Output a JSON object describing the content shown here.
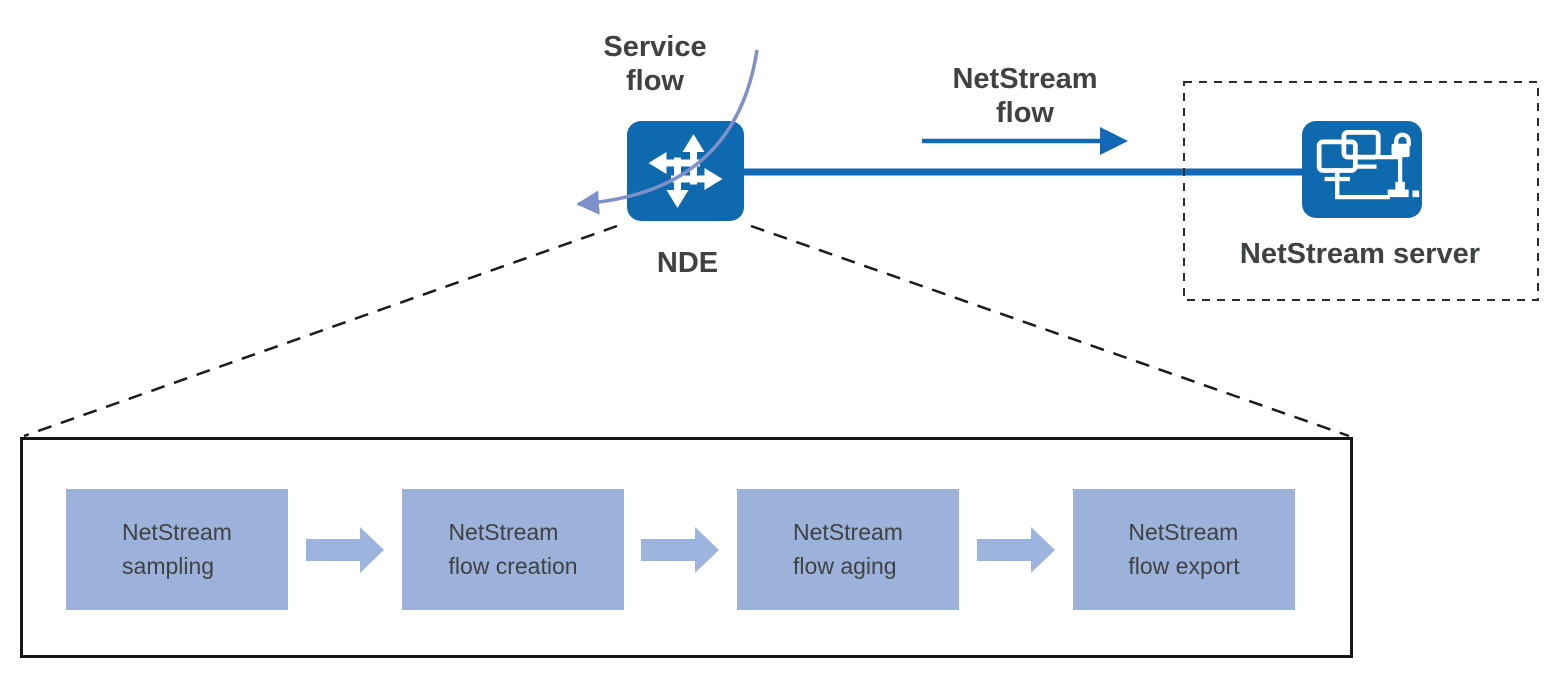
{
  "diagram": {
    "title_labels": {
      "service_flow": {
        "line1": "Service",
        "line2": "flow"
      },
      "nde": "NDE",
      "netstream_flow": {
        "line1": "NetStream",
        "line2": "flow"
      },
      "netstream_server": "NetStream server"
    },
    "pipeline": {
      "steps": [
        {
          "line1": "NetStream",
          "line2": "sampling"
        },
        {
          "line1": "NetStream",
          "line2": "flow creation"
        },
        {
          "line1": "NetStream",
          "line2": "flow aging"
        },
        {
          "line1": "NetStream",
          "line2": "flow export"
        }
      ]
    },
    "icons": {
      "nde": "switch-icon",
      "server": "netstream-server-icon"
    },
    "colors": {
      "icon_blue": "#0F69AE",
      "line_blue": "#1268B4",
      "flow_arrow_purple": "#7D90C9",
      "step_box_fill": "#9CB2DB",
      "block_arrow_fill": "#9DB4DE",
      "text_dark": "#3F4243",
      "dash_color": "#1A1A1A",
      "container_border": "#161616"
    }
  }
}
